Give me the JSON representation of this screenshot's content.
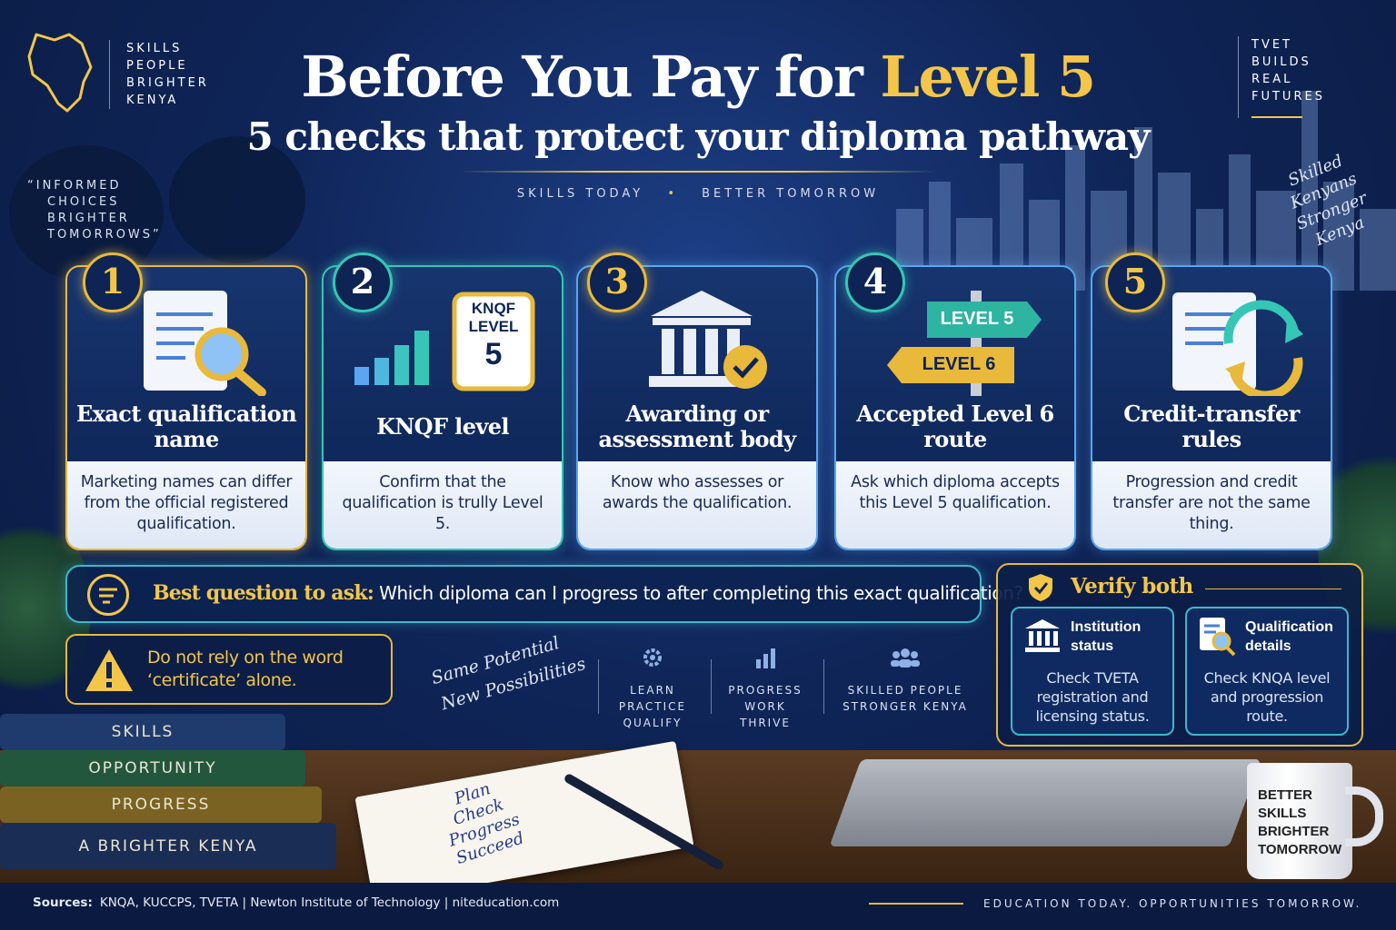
{
  "brand": {
    "left_lines": [
      "SKILLS",
      "PEOPLE",
      "BRIGHTER",
      "KENYA"
    ],
    "right_lines": [
      "TVET",
      "BUILDS",
      "REAL",
      "FUTURES"
    ]
  },
  "header": {
    "title_main": "Before You Pay for ",
    "title_highlight": "Level 5",
    "subtitle": "5 checks that protect your diploma pathway",
    "tagline_left": "SKILLS TODAY",
    "tagline_sep": "•",
    "tagline_right": "BETTER TOMORROW"
  },
  "quote_left": [
    "“INFORMED",
    "CHOICES",
    "BRIGHTER",
    "TOMORROWS”"
  ],
  "script_right": [
    "Skilled",
    "Kenyans",
    "Stronger",
    "Kenya"
  ],
  "cards": [
    {
      "number": "1",
      "title": "Exact qualification name",
      "description": "Marketing names can differ from the official registered qualification.",
      "icon": "document-search-icon"
    },
    {
      "number": "2",
      "title": "KNQF level",
      "description": "Confirm that the qualification is trully Level 5.",
      "icon": "bar-chart-icon",
      "badge_lines": [
        "KNQF",
        "LEVEL",
        "5"
      ]
    },
    {
      "number": "3",
      "title": "Awarding or assessment body",
      "description": "Know who assesses or awards the qualification.",
      "icon": "institution-seal-icon"
    },
    {
      "number": "4",
      "title": "Accepted Level 6 route",
      "description": "Ask which diploma accepts this Level 5 qualification.",
      "icon": "signpost-icon",
      "sign_top": "LEVEL 5",
      "sign_bottom": "LEVEL 6"
    },
    {
      "number": "5",
      "title": "Credit-transfer rules",
      "description": "Progression and credit transfer are not the same thing.",
      "icon": "document-transfer-icon"
    }
  ],
  "question": {
    "label": "Best question to ask:",
    "text": "Which diploma can I progress to after completing this exact qualification?",
    "icon": "question-list-icon"
  },
  "warning": {
    "line1": "Do not rely on the word",
    "line2": "‘certificate’ alone.",
    "icon": "warning-icon"
  },
  "script_mid": [
    "Same Potential",
    "New Possibilities"
  ],
  "pills": [
    {
      "icon": "gear-icon",
      "lines": [
        "LEARN",
        "PRACTICE",
        "QUALIFY"
      ]
    },
    {
      "icon": "growth-chart-icon",
      "lines": [
        "PROGRESS",
        "WORK",
        "THRIVE"
      ]
    },
    {
      "icon": "people-icon",
      "lines": [
        "SKILLED PEOPLE",
        "STRONGER KENYA"
      ]
    }
  ],
  "verify": {
    "title": "Verify both",
    "institution": {
      "head_line1": "Institution",
      "head_line2": "status",
      "body_lines": [
        "Check TVETA",
        "registration and",
        "licensing status."
      ]
    },
    "qualification": {
      "head_line1": "Qualification",
      "head_line2": "details",
      "body_lines": [
        "Check KNQA level",
        "and progression",
        "route."
      ]
    }
  },
  "books": [
    "SKILLS",
    "OPPORTUNITY",
    "PROGRESS",
    "A BRIGHTER KENYA"
  ],
  "notebook_lines": [
    "Plan",
    "Check",
    "Progress",
    "Succeed"
  ],
  "mug_lines": [
    "BETTER",
    "SKILLS",
    "BRIGHTER",
    "TOMORROW"
  ],
  "footer": {
    "sources_label": "Sources:",
    "sources_text": "KNQA, KUCCPS, TVETA  |  Newton Institute of Technology  |  niteducation.com",
    "tagline": "EDUCATION TODAY. OPPORTUNITIES TOMORROW."
  },
  "colors": {
    "gold": "#f3c64a",
    "teal": "#35c6b6",
    "navy": "#0f2558"
  }
}
